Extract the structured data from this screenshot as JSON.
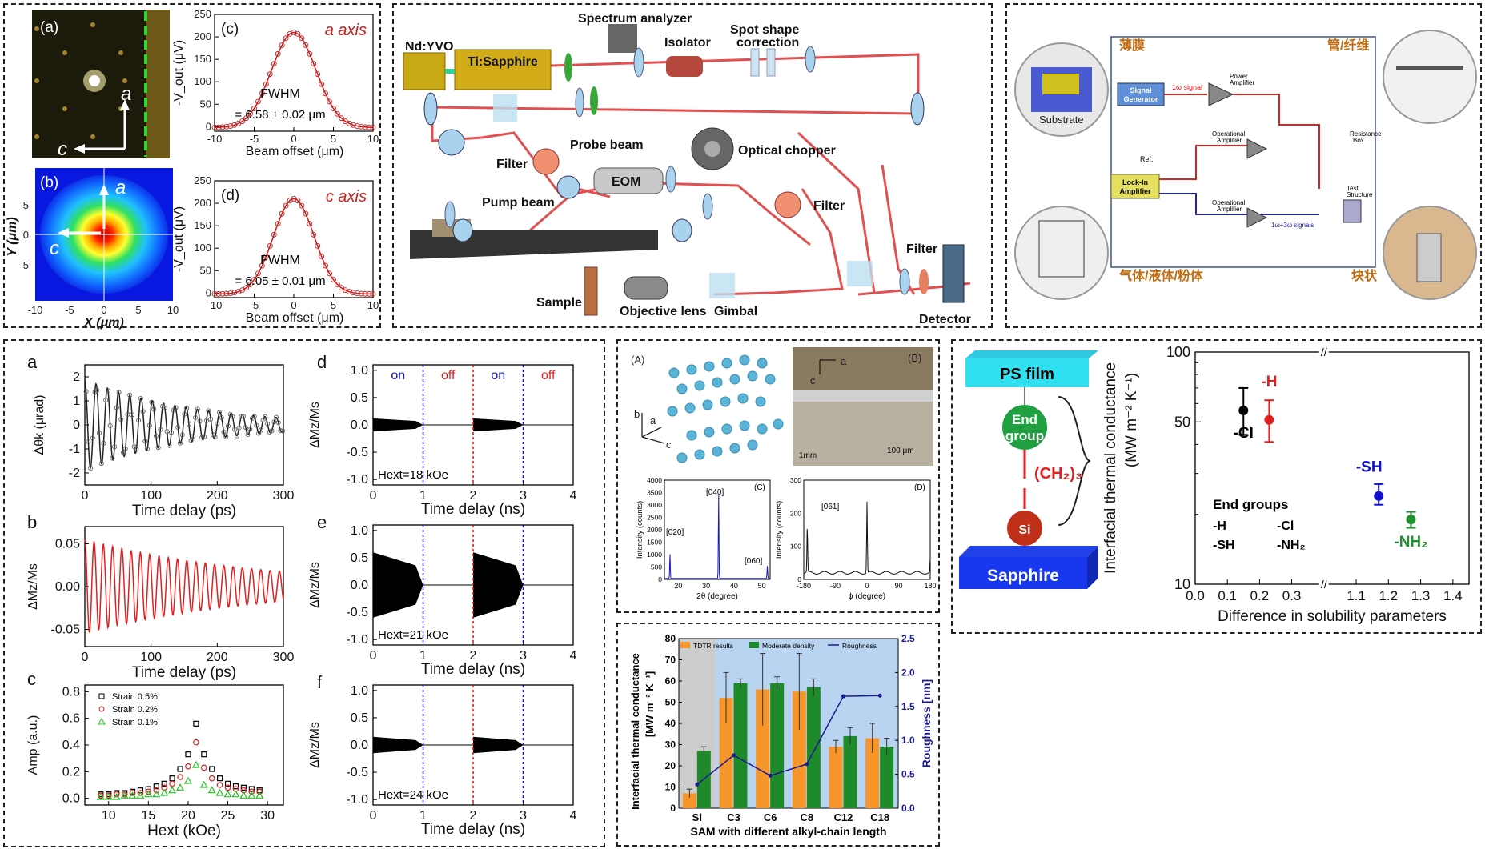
{
  "panel1": {
    "a": {
      "label": "(a)",
      "axis_a": "a",
      "axis_c": "c"
    },
    "b": {
      "label": "(b)",
      "axis_a": "a",
      "axis_c": "c",
      "xlabel": "X (μm)",
      "ylabel": "Y (μm)",
      "xticks": [
        "-10",
        "-5",
        "0",
        "5",
        "10"
      ],
      "yticks": [
        "5",
        "0",
        "-5"
      ]
    },
    "c": {
      "label": "(c)",
      "axis": "a axis",
      "fwhm": "FWHM",
      "fwhm_value": "= 6.58 ± 0.02 μm",
      "ylabel": "-V_out (μV)",
      "xlabel": "Beam offset (μm)"
    },
    "d": {
      "label": "(d)",
      "axis": "c axis",
      "fwhm": "FWHM",
      "fwhm_value": "= 6.05 ± 0.01 μm",
      "ylabel": "-V_out (μV)",
      "xlabel": "Beam offset (μm)"
    },
    "yticks": [
      "250",
      "200",
      "150",
      "100",
      "50",
      "0"
    ],
    "xticks": [
      "-10",
      "-5",
      "0",
      "5",
      "10"
    ]
  },
  "panel2": {
    "labels": {
      "ndyvo": "Nd:YVO",
      "tisapph": "Ti:Sapphire",
      "spectrum": "Spectrum analyzer",
      "isolator": "Isolator",
      "spot1": "Spot shape",
      "spot2": "correction",
      "filter1": "Filter",
      "probe": "Probe beam",
      "chopper": "Optical chopper",
      "eom": "EOM",
      "filter2": "Filter",
      "pump": "Pump beam",
      "sample": "Sample",
      "objective": "Objective lens",
      "gimbal": "Gimbal",
      "filter3": "Filter",
      "detector": "Detector"
    }
  },
  "panel3": {
    "labels": {
      "film": "薄膜",
      "tube": "管/纤维",
      "gas": "气体/液体/粉体",
      "bulk": "块状",
      "substrate": "Substrate",
      "siggen1": "Signal",
      "siggen2": "Generator",
      "lockin1": "Lock-In",
      "lockin2": "Amplifier",
      "ref": "Ref.",
      "power1": "Power",
      "power2": "Amplifier",
      "opamp1": "Operational",
      "opamp2": "Amplifier",
      "resbox1": "Resistance",
      "resbox2": "Box",
      "test1": "Test",
      "test2": "Structure",
      "sig1w": "1ω signal",
      "sig3w": "1ω+3ω signals"
    }
  },
  "panel4": {
    "a": {
      "label": "a",
      "ylabel": "Δθk (μrad)",
      "xlabel": "Time delay (ps)",
      "yticks": [
        "2",
        "1",
        "0",
        "-1",
        "-2"
      ],
      "xticks": [
        "0",
        "100",
        "200",
        "300"
      ]
    },
    "b": {
      "label": "b",
      "ylabel": "ΔMz/Ms",
      "xlabel": "Time delay (ps)",
      "yticks": [
        "0.05",
        "0.00",
        "-0.05"
      ],
      "xticks": [
        "0",
        "100",
        "200",
        "300"
      ]
    },
    "c": {
      "label": "c",
      "ylabel": "Amp (a.u.)",
      "xlabel": "Hext (kOe)",
      "yticks": [
        "0.8",
        "0.6",
        "0.4",
        "0.2",
        "0.0"
      ],
      "xticks": [
        "10",
        "15",
        "20",
        "25",
        "30"
      ],
      "legend": [
        "Strain 0.5%",
        "Strain 0.2%",
        "Strain 0.1%"
      ]
    },
    "d": {
      "label": "d",
      "field": "Hext=18 kOe"
    },
    "e": {
      "label": "e",
      "field": "Hext=21 kOe"
    },
    "f": {
      "label": "f",
      "field": "Hext=24 kOe"
    },
    "rt_ylabel": "ΔMz/Ms",
    "rt_xlabel": "Time delay (ns)",
    "rt_yticks": [
      "1.0",
      "0.5",
      "0.0",
      "-0.5",
      "-1.0"
    ],
    "rt_xticks": [
      "0",
      "1",
      "2",
      "3",
      "4"
    ],
    "on": "on",
    "off": "off"
  },
  "panel5": {
    "A": "(A)",
    "B": "(B)",
    "C": "(C)",
    "D": "(D)",
    "axis_a": "a",
    "axis_b": "b",
    "axis_c": "c",
    "scale1": "1mm",
    "scale2": "100 μm",
    "peaks": [
      "[040]",
      "[020]",
      "[060]",
      "[061]"
    ],
    "c_ylabel": "Intensity (counts)",
    "c_xlabel": "2θ (degree)",
    "c_yticks": [
      "4000",
      "3500",
      "3000",
      "2500",
      "2000",
      "1500",
      "1000",
      "500",
      "0"
    ],
    "c_xticks": [
      "20",
      "30",
      "40",
      "50"
    ],
    "d_ylabel": "Intensity (counts)",
    "d_xlabel": "ϕ (degree)",
    "d_yticks": [
      "300",
      "200",
      "100",
      "0"
    ],
    "d_xticks": [
      "-180",
      "-90",
      "0",
      "90",
      "180"
    ]
  },
  "panel6": {
    "psfilm": "PS film",
    "end1": "End",
    "end2": "group",
    "ch2": "(CH₂)₃",
    "si": "Si",
    "sapphire": "Sapphire",
    "ylabel": "Interfacial thermal conductance",
    "yunit": "(MW m⁻² K⁻¹)",
    "xlabel": "Difference in solubility parameters",
    "yticks": [
      "100",
      "50",
      "10"
    ],
    "xticks": [
      "0.0",
      "0.1",
      "0.2",
      "0.3",
      "1.1",
      "1.2",
      "1.3",
      "1.4"
    ],
    "legend_title": "End groups",
    "legend_items": [
      "-H",
      "-Cl",
      "-SH",
      "-NH₂"
    ],
    "point_labels": [
      "-Cl",
      "-H",
      "-SH",
      "-NH₂"
    ]
  },
  "panel7": {
    "ylabel": "Interfacial thermal conductance",
    "yunit": "[MW m⁻² K⁻¹]",
    "y2label": "Roughness [nm]",
    "xlabel": "SAM with different alkyl-chain length",
    "legend": [
      "TDTR results",
      "Moderate density",
      "Roughness"
    ]
  },
  "chart_data": [
    {
      "type": "line",
      "id": "panel1-c",
      "title": "a axis",
      "xlabel": "Beam offset (μm)",
      "ylabel": "-V_out (μV)",
      "xlim": [
        -10,
        10
      ],
      "ylim": [
        -10,
        250
      ],
      "series": [
        {
          "name": "a axis",
          "fwhm_um": 6.58,
          "x": [
            -10,
            -8,
            -6,
            -4,
            -2,
            0,
            2,
            4,
            6,
            8,
            10
          ],
          "y": [
            0,
            2,
            14,
            60,
            150,
            210,
            150,
            60,
            14,
            2,
            0
          ]
        }
      ]
    },
    {
      "type": "line",
      "id": "panel1-d",
      "title": "c axis",
      "xlabel": "Beam offset (μm)",
      "ylabel": "-V_out (μV)",
      "xlim": [
        -10,
        10
      ],
      "ylim": [
        -10,
        250
      ],
      "series": [
        {
          "name": "c axis",
          "fwhm_um": 6.05,
          "x": [
            -10,
            -8,
            -6,
            -4,
            -2,
            0,
            2,
            4,
            6,
            8,
            10
          ],
          "y": [
            0,
            1,
            10,
            55,
            150,
            210,
            150,
            55,
            10,
            1,
            0
          ]
        }
      ]
    },
    {
      "type": "line",
      "id": "panel4-a",
      "xlabel": "Time delay (ps)",
      "ylabel": "Δθk (μrad)",
      "xlim": [
        0,
        300
      ],
      "ylim": [
        -2.5,
        2.5
      ],
      "series": [
        {
          "amplitude_at_zero": 1.9,
          "decay_ps": 160,
          "period_ps": 17
        }
      ]
    },
    {
      "type": "line",
      "id": "panel4-b",
      "xlabel": "Time delay (ps)",
      "ylabel": "ΔMz/Ms",
      "xlim": [
        0,
        300
      ],
      "ylim": [
        -0.07,
        0.07
      ],
      "series": [
        {
          "amplitude_at_zero": 0.055,
          "decay_ps": 260,
          "period_ps": 14
        }
      ]
    },
    {
      "type": "scatter",
      "id": "panel4-c",
      "xlabel": "Hext (kOe)",
      "ylabel": "Amp (a.u.)",
      "xlim": [
        7,
        32
      ],
      "ylim": [
        -0.05,
        0.85
      ],
      "series": [
        {
          "name": "Strain 0.5%",
          "x": [
            9,
            10,
            11,
            12,
            13,
            14,
            15,
            16,
            17,
            18,
            19,
            20,
            21,
            22,
            23,
            24,
            25,
            26,
            27,
            28,
            29
          ],
          "y": [
            0.03,
            0.03,
            0.04,
            0.04,
            0.05,
            0.06,
            0.07,
            0.09,
            0.11,
            0.15,
            0.22,
            0.33,
            0.56,
            0.33,
            0.22,
            0.15,
            0.11,
            0.09,
            0.08,
            0.07,
            0.06
          ]
        },
        {
          "name": "Strain 0.2%",
          "x": [
            9,
            10,
            11,
            12,
            13,
            14,
            15,
            16,
            17,
            18,
            19,
            20,
            21,
            22,
            23,
            24,
            25,
            26,
            27,
            28,
            29
          ],
          "y": [
            0.02,
            0.02,
            0.03,
            0.03,
            0.04,
            0.04,
            0.05,
            0.06,
            0.08,
            0.11,
            0.16,
            0.24,
            0.42,
            0.23,
            0.15,
            0.1,
            0.08,
            0.07,
            0.06,
            0.05,
            0.05
          ]
        },
        {
          "name": "Strain 0.1%",
          "x": [
            9,
            10,
            11,
            12,
            13,
            14,
            15,
            16,
            17,
            18,
            19,
            20,
            21,
            22,
            23,
            24,
            25,
            26,
            27,
            28,
            29
          ],
          "y": [
            0.01,
            0.01,
            0.01,
            0.02,
            0.02,
            0.02,
            0.03,
            0.03,
            0.04,
            0.06,
            0.08,
            0.13,
            0.25,
            0.1,
            0.06,
            0.04,
            0.03,
            0.03,
            0.02,
            0.02,
            0.02
          ]
        }
      ]
    },
    {
      "type": "line",
      "id": "panel4-def",
      "xlabel": "Time delay (ns)",
      "ylabel": "ΔMz/Ms",
      "xlim": [
        0,
        4
      ],
      "ylim": [
        -1.1,
        1.1
      ],
      "on_off_lines": [
        {
          "x": 1,
          "color": "blue"
        },
        {
          "x": 2,
          "color": "red"
        },
        {
          "x": 3,
          "color": "blue"
        }
      ],
      "series": [
        {
          "name": "Hext=18 kOe",
          "amplitude": 0.12
        },
        {
          "name": "Hext=21 kOe",
          "amplitude": 0.6
        },
        {
          "name": "Hext=24 kOe",
          "amplitude": 0.15
        }
      ]
    },
    {
      "type": "line",
      "id": "panel5-C",
      "xlabel": "2θ (degree)",
      "ylabel": "Intensity (counts)",
      "xlim": [
        15,
        53
      ],
      "ylim": [
        0,
        4000
      ],
      "peaks": [
        {
          "label": "[020]",
          "x": 17,
          "y": 1000
        },
        {
          "label": "[040]",
          "x": 34.5,
          "y": 3350
        },
        {
          "label": "[060]",
          "x": 52,
          "y": 500
        }
      ]
    },
    {
      "type": "line",
      "id": "panel5-D",
      "xlabel": "ϕ (degree)",
      "ylabel": "Intensity (counts)",
      "xlim": [
        -180,
        180
      ],
      "ylim": [
        0,
        300
      ],
      "peaks": [
        {
          "label": "[061]",
          "x": -170,
          "y": 140
        },
        {
          "x": 0,
          "y": 215
        },
        {
          "x": 180,
          "y": 40
        }
      ]
    },
    {
      "type": "scatter",
      "id": "panel6",
      "xlabel": "Difference in solubility parameters",
      "ylabel": "Interfacial thermal conductance (MW m⁻² K⁻¹)",
      "yscale": "log",
      "ylim": [
        10,
        100
      ],
      "broken_x_axis": [
        0.4,
        1.0
      ],
      "series": [
        {
          "name": "-Cl",
          "x": 0.15,
          "y": 56,
          "err": [
            44,
            70
          ],
          "color": "#000000"
        },
        {
          "name": "-H",
          "x": 0.23,
          "y": 51,
          "err": [
            41,
            62
          ],
          "color": "#e02020"
        },
        {
          "name": "-SH",
          "x": 1.17,
          "y": 24,
          "err": [
            22,
            27
          ],
          "color": "#1010d0"
        },
        {
          "name": "-NH₂",
          "x": 1.27,
          "y": 19,
          "err": [
            17.5,
            20.5
          ],
          "color": "#209030"
        }
      ]
    },
    {
      "type": "bar",
      "id": "panel7",
      "categories": [
        "Si",
        "C3",
        "C6",
        "C8",
        "C12",
        "C18"
      ],
      "ylim": [
        0,
        80
      ],
      "y2lim": [
        0,
        2.5
      ],
      "series": [
        {
          "name": "TDTR results",
          "values": [
            7,
            52,
            56,
            55,
            29,
            33
          ],
          "err": [
            2,
            12,
            17,
            18,
            3,
            7
          ]
        },
        {
          "name": "Moderate density",
          "values": [
            27,
            59,
            59,
            57,
            34,
            29
          ],
          "err": [
            2,
            2,
            3,
            4,
            4,
            4
          ]
        },
        {
          "name": "Roughness",
          "axis": "right",
          "values": [
            0.35,
            0.78,
            0.48,
            0.65,
            1.65,
            1.66
          ]
        }
      ]
    }
  ]
}
